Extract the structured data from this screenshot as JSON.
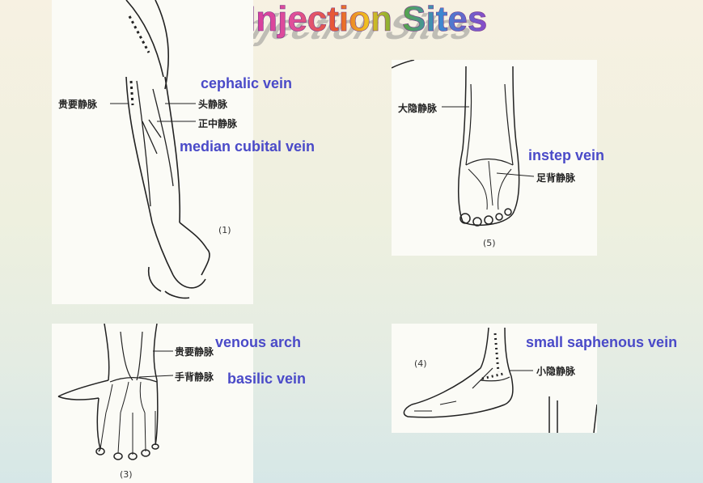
{
  "title": "Injection Sites",
  "panels": [
    {
      "id": "arm",
      "number": "(1)",
      "labels_cn": [
        "贵要静脉",
        "头静脉",
        "正中静脉"
      ],
      "labels_en": [
        "cephalic vein",
        "median cubital vein"
      ]
    },
    {
      "id": "foot-dorsum",
      "number": "(5)",
      "labels_cn": [
        "大隐静脉",
        "足背静脉"
      ],
      "labels_en": [
        "instep vein"
      ]
    },
    {
      "id": "hand",
      "number": "(3)",
      "labels_cn": [
        "贵要静脉",
        "手背静脉"
      ],
      "labels_en": [
        "venous arch",
        "basilic vein"
      ]
    },
    {
      "id": "ankle",
      "number": "(4)",
      "labels_cn": [
        "小隐静脉"
      ],
      "labels_en": [
        "small saphenous vein"
      ]
    }
  ],
  "colors": {
    "english_label": "#4a4ac8",
    "title_gradient": [
      "#d43aa0",
      "#e85a2a",
      "#f0c020",
      "#5aa83a",
      "#3a8ad0",
      "#8a4ac8"
    ]
  }
}
